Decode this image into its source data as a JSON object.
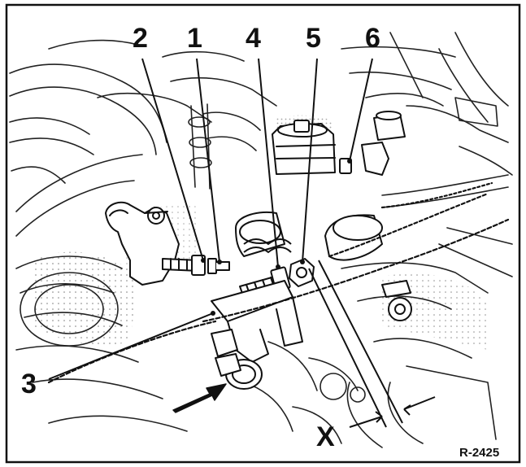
{
  "figure": {
    "reference": "R-2425",
    "dimension_label": "X",
    "callouts": [
      "2",
      "1",
      "4",
      "5",
      "6",
      "3"
    ]
  }
}
